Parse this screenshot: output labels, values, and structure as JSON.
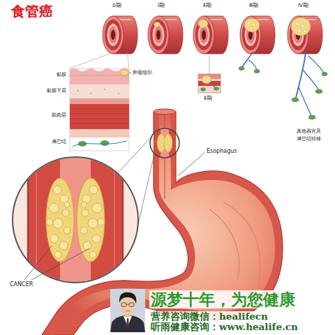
{
  "diagram": {
    "title": "食管癌",
    "labels": [
      "0期",
      "Ⅰ期",
      "Ⅱ期",
      "Ⅲ期",
      "Ⅳ期",
      "黏膜",
      "黏膜下层",
      "肌肉层",
      "淋巴结",
      "肿瘤组织",
      "Ⅱ期",
      "其他器官及 淋巴结转移",
      "Esophagus",
      "CANCER",
      "源梦十年，为您健康",
      "营养咨询微信：healifecn",
      "听雨健康咨询：www.healife.cn"
    ]
  }
}
